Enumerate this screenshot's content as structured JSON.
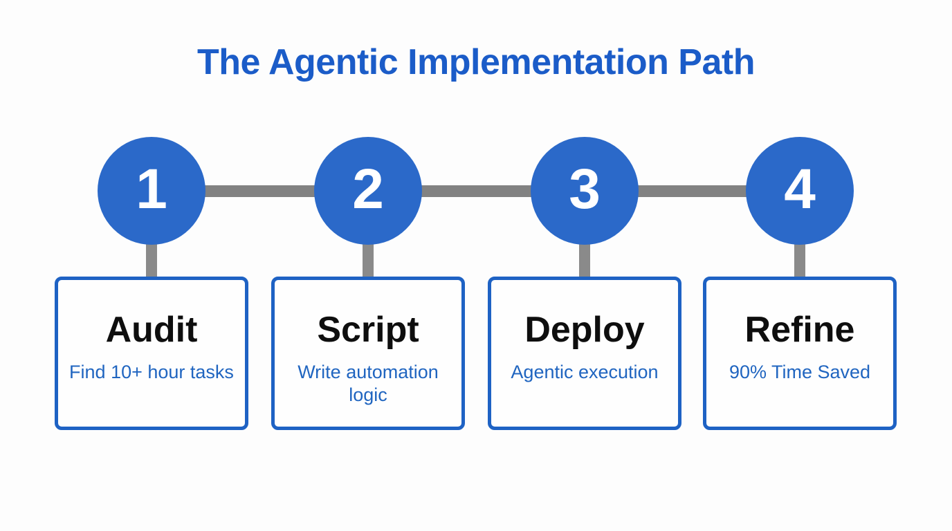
{
  "title": "The Agentic Implementation Path",
  "colors": {
    "title_blue": "#1b5cc8",
    "circle_blue": "#2b69c9",
    "card_border_blue": "#1e62c4",
    "description_blue": "#2065c0",
    "connector_gray": "#828282",
    "step_title_black": "#0e0e0e",
    "background": "#fdfdfd"
  },
  "steps": [
    {
      "number": "1",
      "title": "Audit",
      "description": "Find 10+ hour tasks"
    },
    {
      "number": "2",
      "title": "Script",
      "description": "Write automation logic"
    },
    {
      "number": "3",
      "title": "Deploy",
      "description": "Agentic execution"
    },
    {
      "number": "4",
      "title": "Refine",
      "description": "90% Time Saved"
    }
  ]
}
